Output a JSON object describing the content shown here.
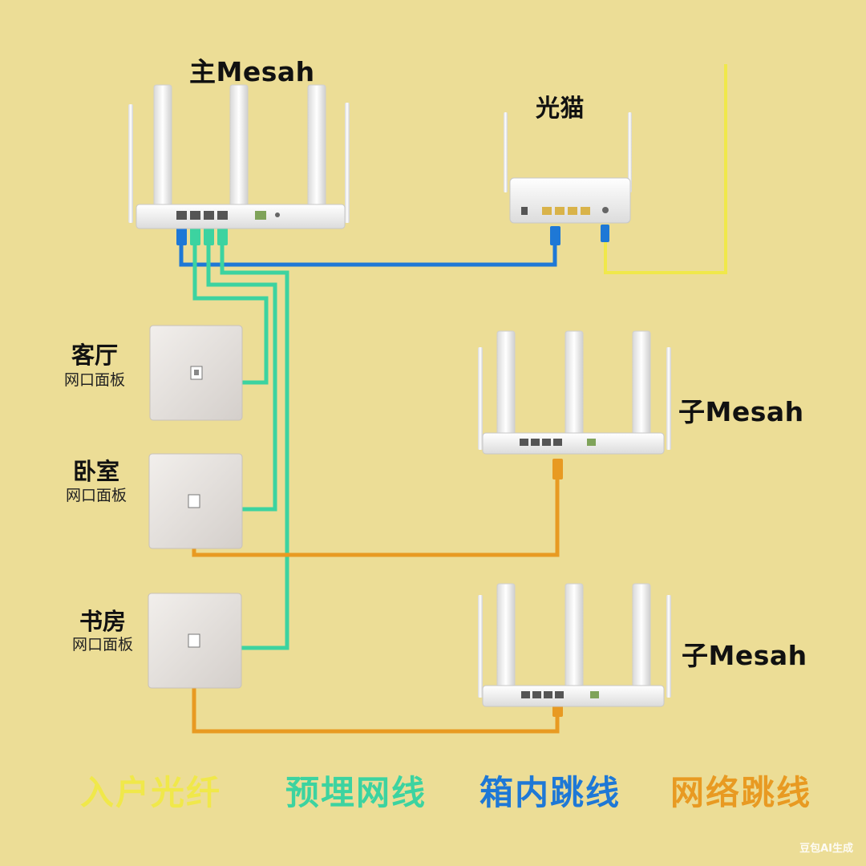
{
  "devices": {
    "main_router": "主Mesah",
    "optical_modem": "光猫",
    "sub_router_1": "子Mesah",
    "sub_router_2": "子Mesah"
  },
  "rooms": [
    {
      "name": "客厅",
      "sub": "网口面板"
    },
    {
      "name": "卧室",
      "sub": "网口面板"
    },
    {
      "name": "书房",
      "sub": "网口面板"
    }
  ],
  "legend": [
    {
      "label": "入户光纤",
      "color": "#F0E84A"
    },
    {
      "label": "预埋网线",
      "color": "#3CD3A0"
    },
    {
      "label": "箱内跳线",
      "color": "#1E78D6"
    },
    {
      "label": "网络跳线",
      "color": "#E89A22"
    }
  ],
  "colors": {
    "background": "#ECDD96",
    "fiber": "#F0E84A",
    "buried": "#3CD3A0",
    "box_jumper": "#1E78D6",
    "net_jumper": "#E89A22"
  },
  "watermark": "豆包AI生成"
}
